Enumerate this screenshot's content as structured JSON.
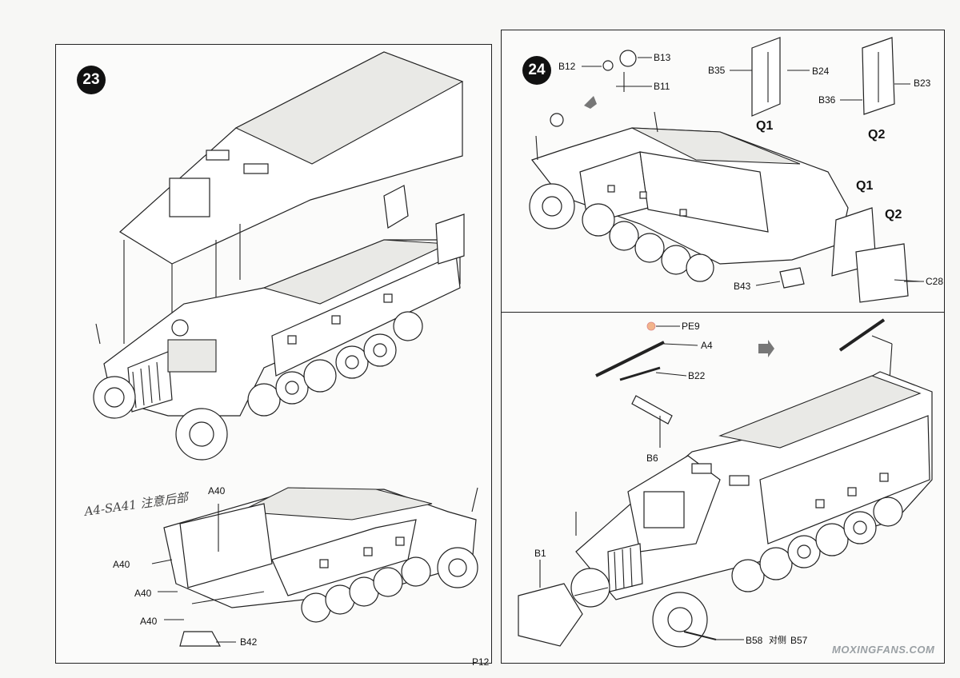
{
  "steps": {
    "s23": "23",
    "s24": "24"
  },
  "labels": {
    "B12": "B12",
    "B13": "B13",
    "B11": "B11",
    "B35": "B35",
    "B24": "B24",
    "B36": "B36",
    "B23": "B23",
    "Q1a": "Q1",
    "Q2a": "Q2",
    "Q1b": "Q1",
    "Q2b": "Q2",
    "B43": "B43",
    "C28": "C28",
    "PE9": "PE9",
    "A4": "A4",
    "B22": "B22",
    "B6": "B6",
    "B1": "B1",
    "B58": "B58",
    "duice": "对侧",
    "B57": "B57",
    "A40_top": "A40",
    "A40_1": "A40",
    "A40_2": "A40",
    "A40_3": "A40",
    "B42": "B42"
  },
  "handwriting": "A4-SA41 注意后部",
  "page_number": "P12",
  "watermark": "MOXINGFANS.COM",
  "colors": {
    "ink": "#222222",
    "paper": "#fbfbfa",
    "pe_part": "#f2b48a",
    "watermark": "#9aa0a4"
  }
}
